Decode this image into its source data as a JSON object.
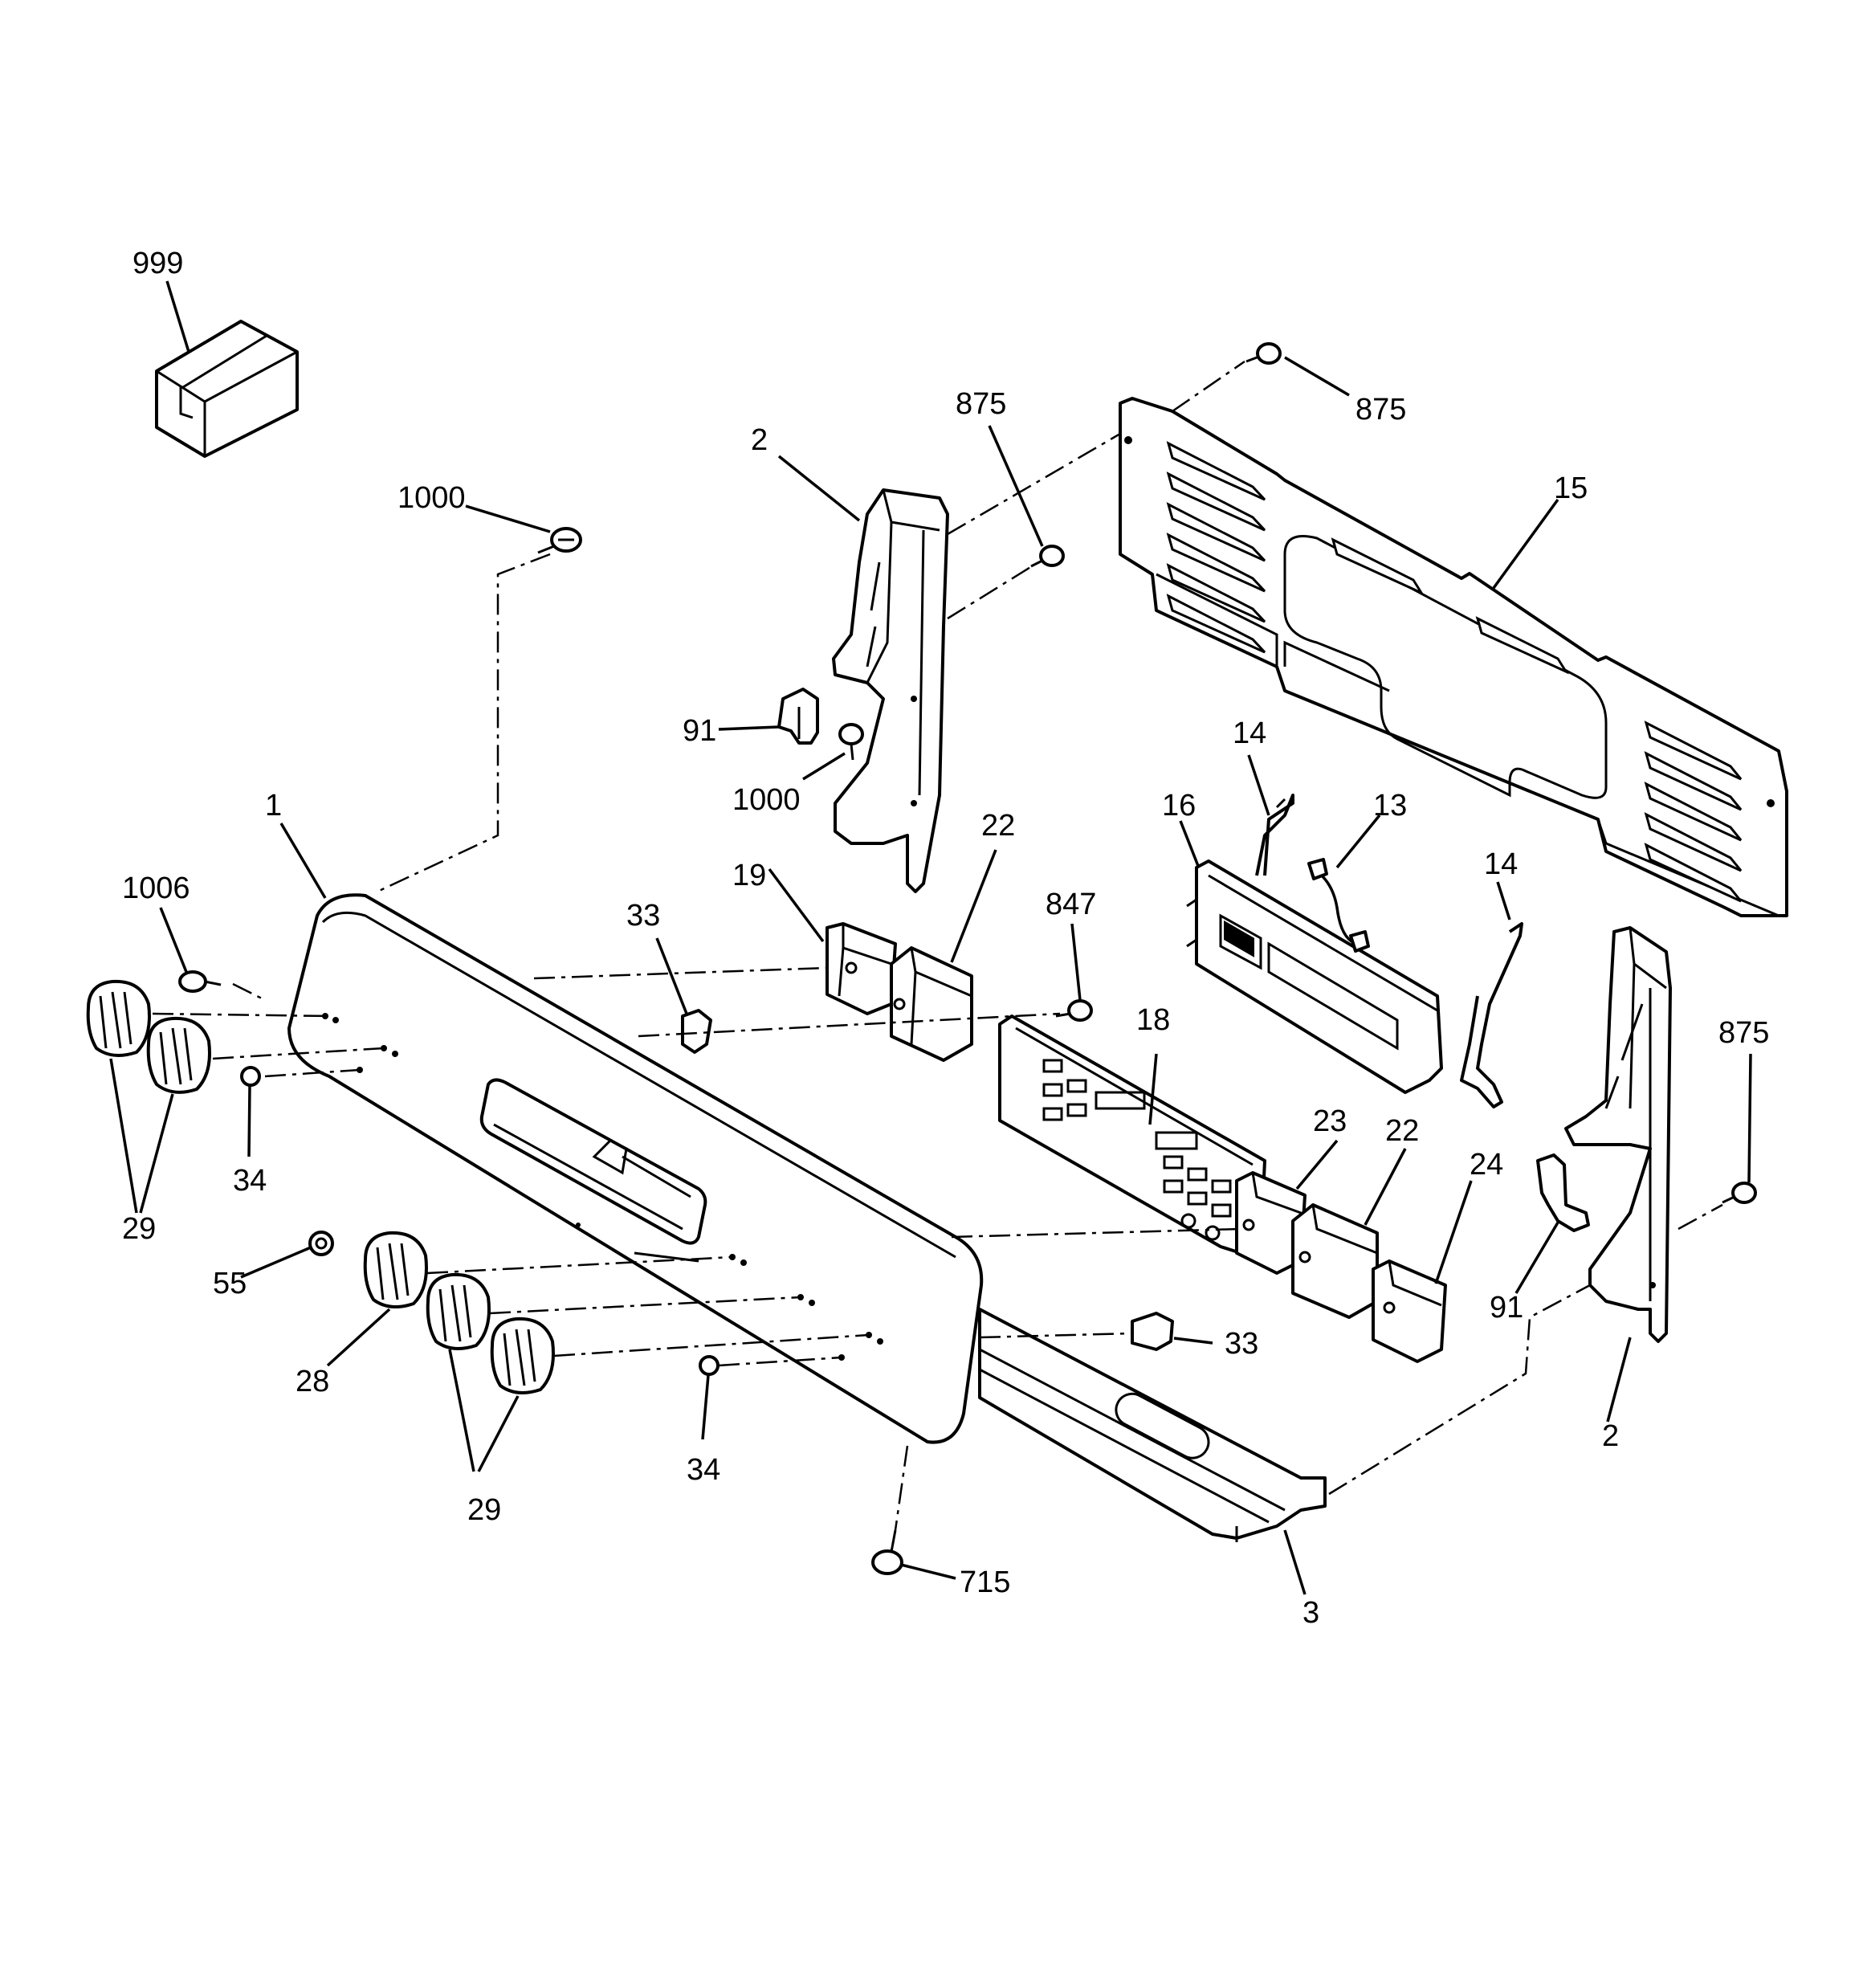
{
  "diagram": {
    "callouts": {
      "c999": "999",
      "c1000a": "1000",
      "c2a": "2",
      "c875a": "875",
      "c875b": "875",
      "c15": "15",
      "c91a": "91",
      "c1000b": "1000",
      "c1": "1",
      "c22a": "22",
      "c19": "19",
      "c33a": "33",
      "c847": "847",
      "c1006": "1006",
      "c14a": "14",
      "c16": "16",
      "c13": "13",
      "c14b": "14",
      "c18": "18",
      "c875c": "875",
      "c34a": "34",
      "c29a": "29",
      "c23": "23",
      "c22b": "22",
      "c24": "24",
      "c55": "55",
      "c91b": "91",
      "c28": "28",
      "c33b": "33",
      "c34b": "34",
      "c29b": "29",
      "c2b": "2",
      "c715": "715",
      "c3": "3"
    }
  }
}
